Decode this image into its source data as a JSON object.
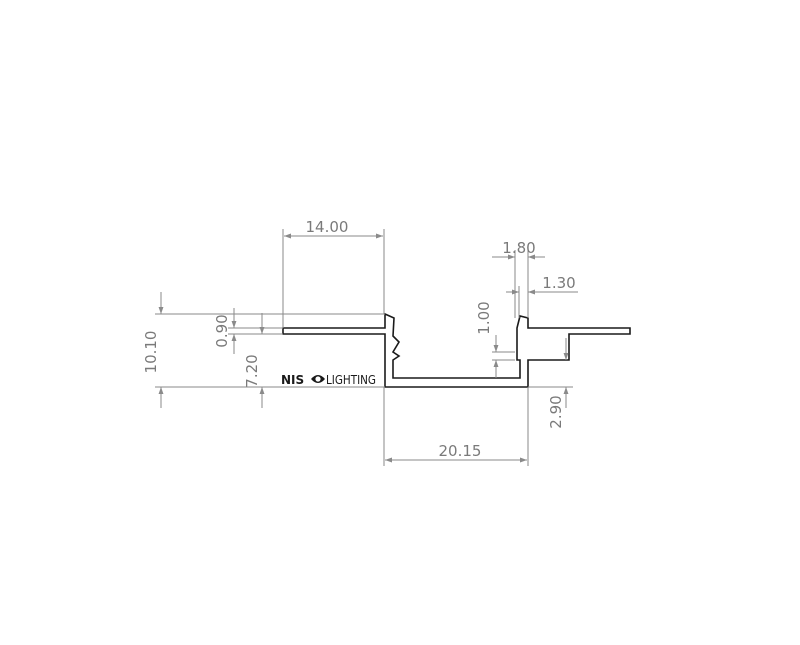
{
  "dimensions": {
    "top_flange_width": "14.00",
    "lip_width": "1.80",
    "lip_gap": "1.30",
    "lip_height": "1.00",
    "flange_thickness": "0.90",
    "total_height": "10.10",
    "channel_height": "7.20",
    "right_step_height": "2.90",
    "channel_width": "20.15"
  },
  "brand": {
    "prefix": "NIS",
    "suffix": "LIGHTING",
    "logo_icon": "eye-icon"
  },
  "colors": {
    "profile": "#1a1a1a",
    "dimension": "#8a8a8a",
    "text": "#7a7a7a"
  }
}
